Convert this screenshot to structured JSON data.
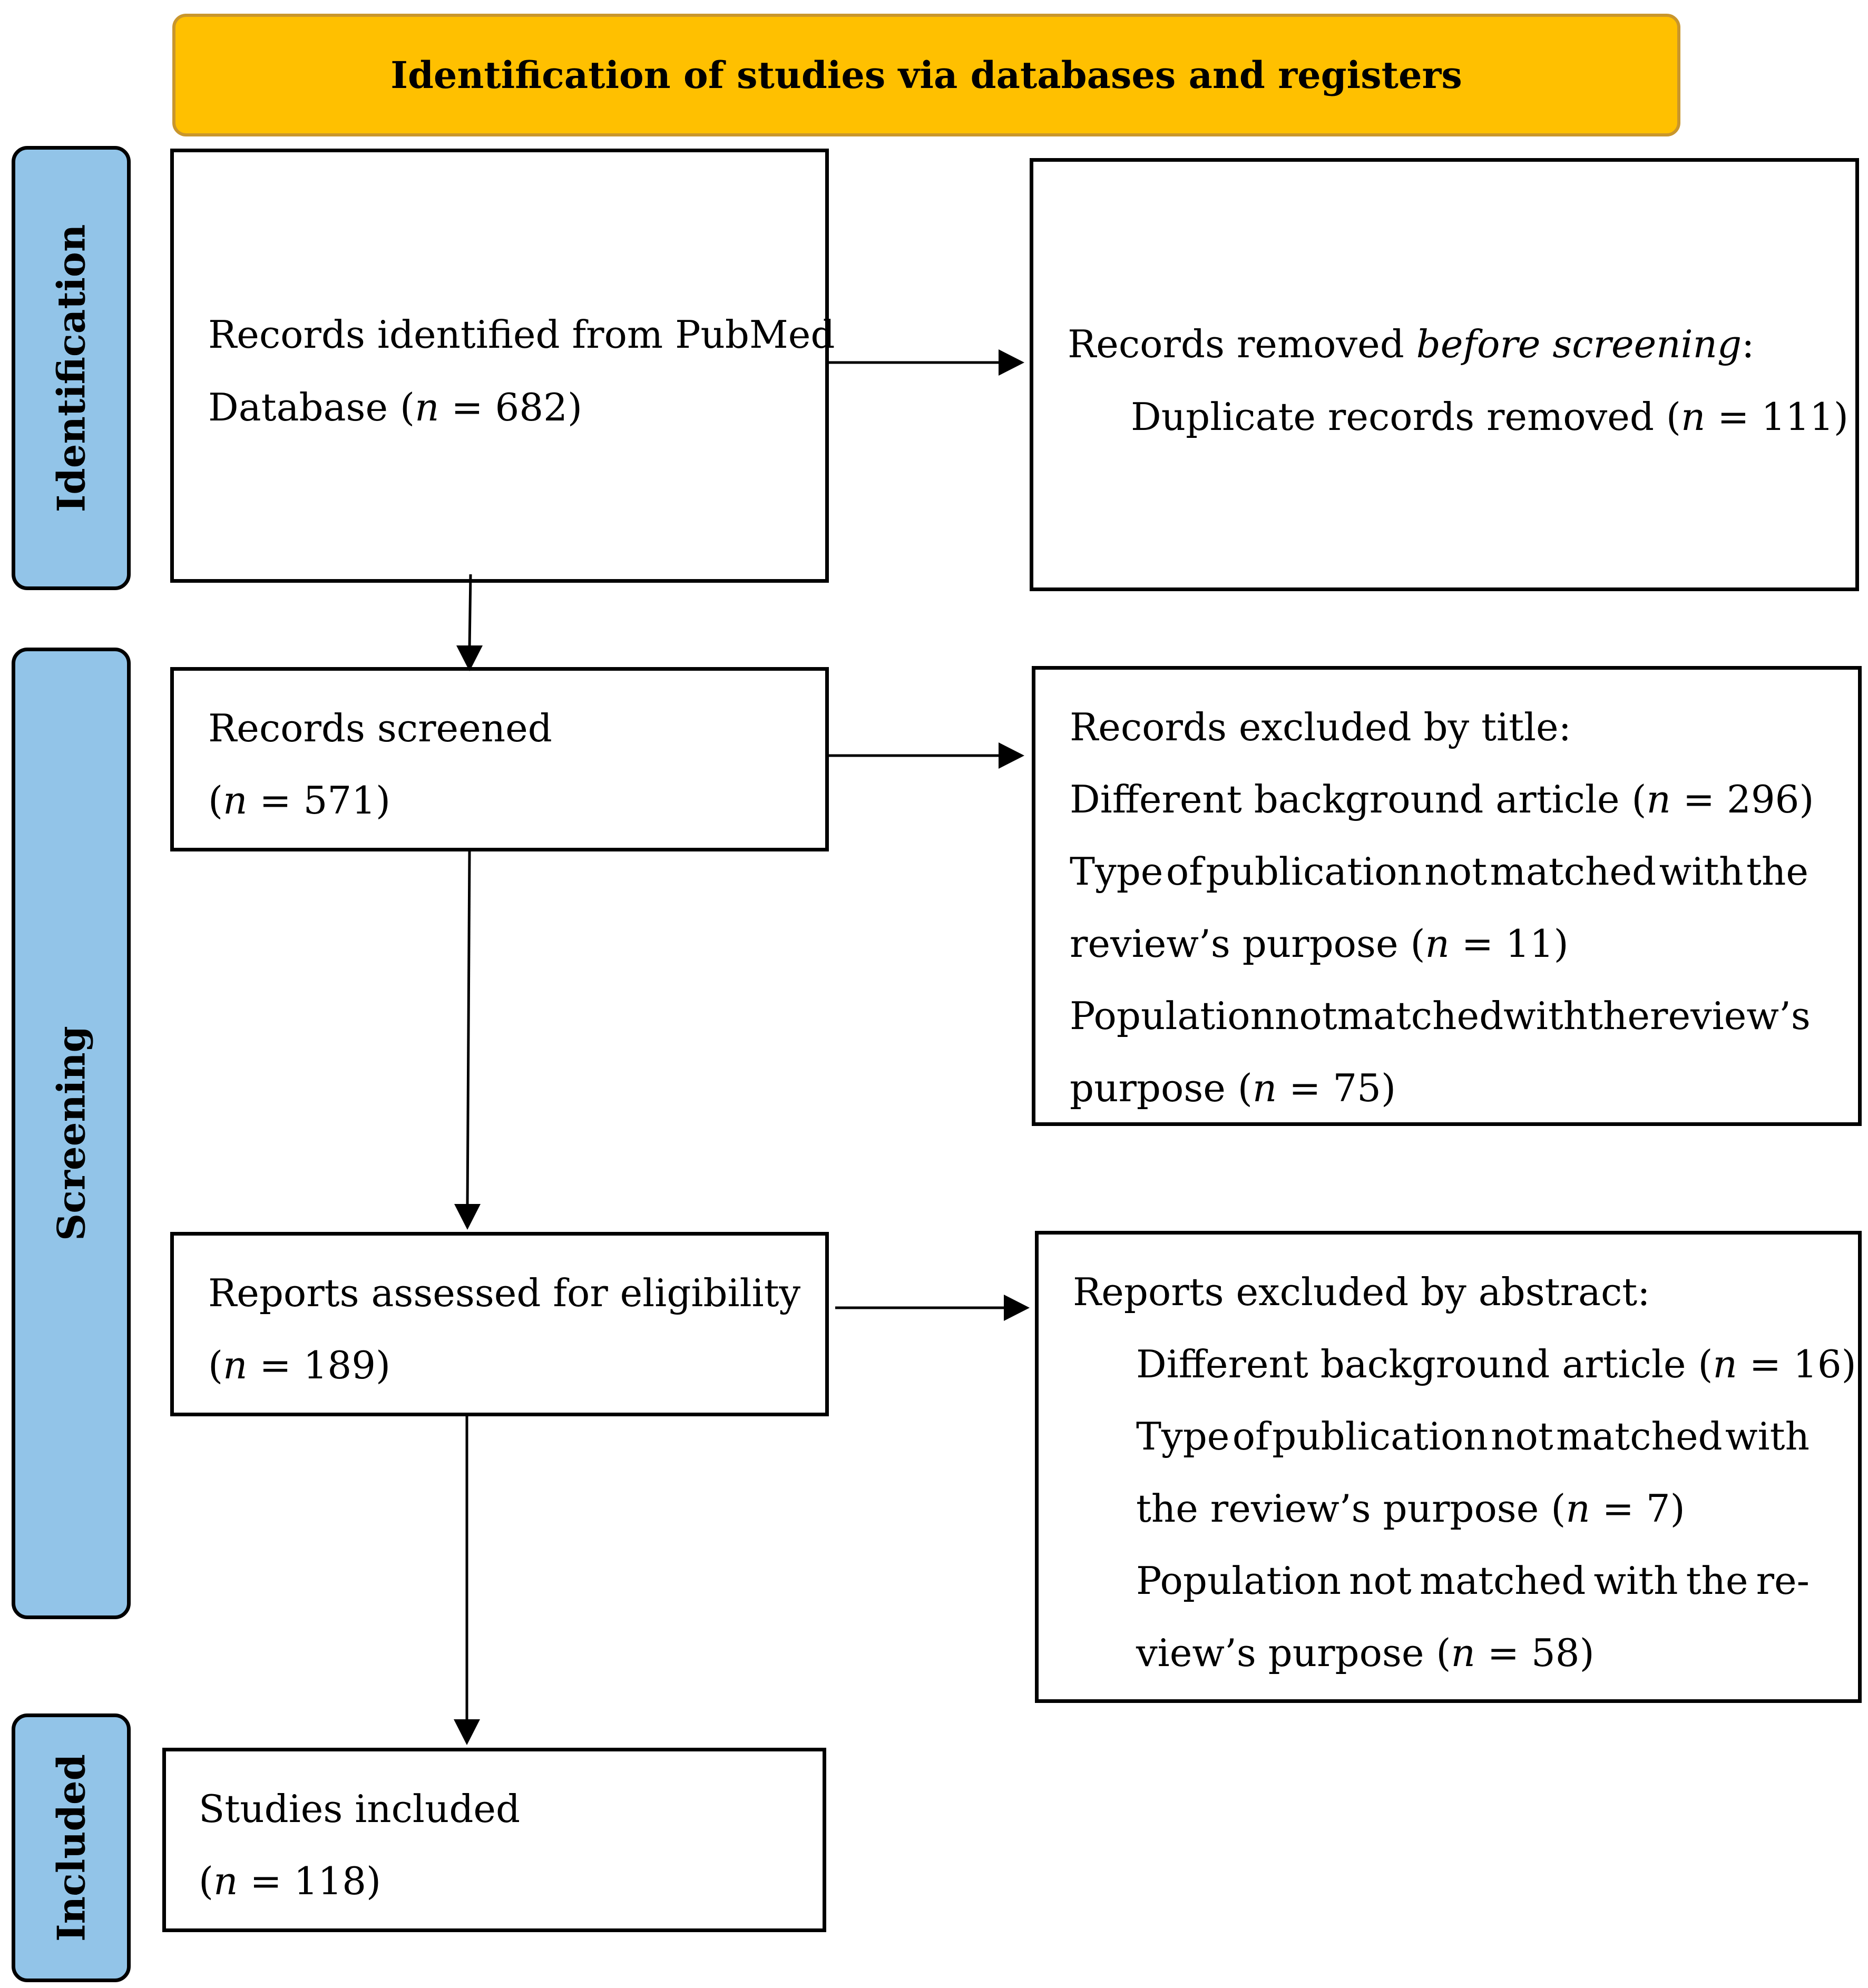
{
  "header": {
    "title": "Identification of studies via databases and registers"
  },
  "phases": {
    "identification": "Identification",
    "screening": "Screening",
    "included": "Included"
  },
  "boxes": {
    "identified": {
      "line1": "Records identified from PubMed",
      "line2_pre": "Database (",
      "n_symbol": "n",
      "line2_post": " = 682)"
    },
    "removed": {
      "line1_pre": "Records removed ",
      "line1_italic": "before screening",
      "line1_post": ":",
      "line2_pre": "Duplicate records removed (",
      "n_symbol": "n",
      "line2_post": " = 111)"
    },
    "screened": {
      "line1": "Records screened",
      "line2_pre": "(",
      "n_symbol": "n",
      "line2_post": " = 571)"
    },
    "excluded_title": {
      "heading": "Records excluded by title:",
      "item1_pre": "Different background article (",
      "item1_post": " = 296)",
      "item2_words": [
        "Type",
        "of",
        "publication",
        "not",
        "matched",
        "with",
        "the"
      ],
      "item2_line2_pre": "review’s purpose (",
      "item2_line2_post": " = 11)",
      "item3_words": [
        "Population",
        "not",
        "matched",
        "with",
        "the",
        "review’s"
      ],
      "item3_line2_pre": "purpose (",
      "item3_line2_post": " = 75)",
      "n_symbol": "n"
    },
    "assessed": {
      "line1": "Reports assessed for eligibility",
      "line2_pre": "(",
      "n_symbol": "n",
      "line2_post": " = 189)"
    },
    "excluded_abstract": {
      "heading": "Reports excluded by abstract:",
      "item1_pre": "Different background article (",
      "item1_post": " = 16)",
      "item2_words": [
        "Type",
        "of",
        "publication",
        "not",
        "matched",
        "with"
      ],
      "item2_line2_pre": "the review’s purpose (",
      "item2_line2_post": " = 7)",
      "item3_words": [
        "Population",
        "not",
        "matched",
        "with",
        "the",
        "re-"
      ],
      "item3_line2_pre": "view’s purpose (",
      "item3_line2_post": " = 58)",
      "n_symbol": "n"
    },
    "included": {
      "line1": "Studies included",
      "line2_pre": "(",
      "n_symbol": "n",
      "line2_post": " = 118)"
    }
  }
}
